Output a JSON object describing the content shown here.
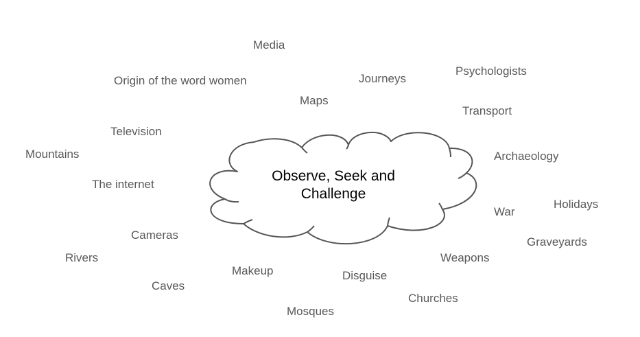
{
  "diagram": {
    "center_label": "Observe, Seek and Challenge",
    "topics": [
      "Media",
      "Origin of the word women",
      "Journeys",
      "Psychologists",
      "Maps",
      "Transport",
      "Television",
      "Mountains",
      "Archaeology",
      "The internet",
      "Holidays",
      "War",
      "Cameras",
      "Graveyards",
      "Rivers",
      "Weapons",
      "Makeup",
      "Disguise",
      "Caves",
      "Churches",
      "Mosques"
    ]
  },
  "colors": {
    "topic_text": "#595959",
    "center_text": "#000000",
    "cloud_stroke": "#555555",
    "cloud_fill": "#ffffff",
    "background": "#ffffff"
  }
}
